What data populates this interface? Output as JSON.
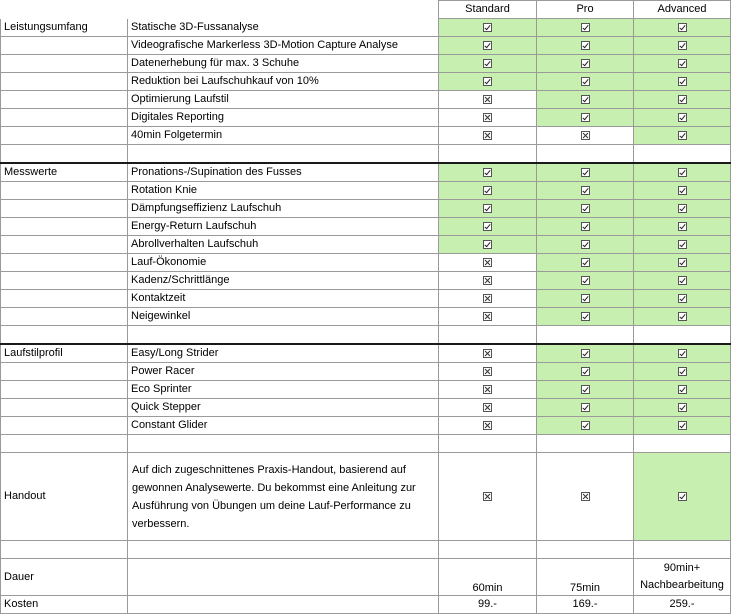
{
  "columns": [
    "Standard",
    "Pro",
    "Advanced"
  ],
  "sections": [
    {
      "category": "Leistungsumfang",
      "rows": [
        {
          "label": "Statische 3D-Fussanalyse",
          "marks": [
            true,
            true,
            true
          ]
        },
        {
          "label": "Videografische Markerless 3D-Motion Capture Analyse",
          "marks": [
            true,
            true,
            true
          ]
        },
        {
          "label": "Datenerhebung für max. 3 Schuhe",
          "marks": [
            true,
            true,
            true
          ]
        },
        {
          "label": "Reduktion bei Laufschuhkauf von 10%",
          "marks": [
            true,
            true,
            true
          ]
        },
        {
          "label": "Optimierung Laufstil",
          "marks": [
            false,
            true,
            true
          ]
        },
        {
          "label": "Digitales Reporting",
          "marks": [
            false,
            true,
            true
          ]
        },
        {
          "label": "40min Folgetermin",
          "marks": [
            false,
            false,
            true
          ]
        }
      ]
    },
    {
      "category": "Messwerte",
      "rows": [
        {
          "label": "Pronations-/Supination des Fusses",
          "marks": [
            true,
            true,
            true
          ]
        },
        {
          "label": "Rotation Knie",
          "marks": [
            true,
            true,
            true
          ]
        },
        {
          "label": "Dämpfungseffizienz Laufschuh",
          "marks": [
            true,
            true,
            true
          ]
        },
        {
          "label": "Energy-Return Laufschuh",
          "marks": [
            true,
            true,
            true
          ]
        },
        {
          "label": "Abrollverhalten Laufschuh",
          "marks": [
            true,
            true,
            true
          ]
        },
        {
          "label": "Lauf-Ökonomie",
          "marks": [
            false,
            true,
            true
          ]
        },
        {
          "label": "Kadenz/Schrittlänge",
          "marks": [
            false,
            true,
            true
          ]
        },
        {
          "label": "Kontaktzeit",
          "marks": [
            false,
            true,
            true
          ]
        },
        {
          "label": "Neigewinkel",
          "marks": [
            false,
            true,
            true
          ]
        }
      ]
    },
    {
      "category": "Laufstilprofil",
      "rows": [
        {
          "label": "Easy/Long Strider",
          "marks": [
            false,
            true,
            true
          ]
        },
        {
          "label": "Power Racer",
          "marks": [
            false,
            true,
            true
          ]
        },
        {
          "label": "Eco Sprinter",
          "marks": [
            false,
            true,
            true
          ]
        },
        {
          "label": "Quick Stepper",
          "marks": [
            false,
            true,
            true
          ]
        },
        {
          "label": "Constant Glider",
          "marks": [
            false,
            true,
            true
          ]
        }
      ]
    }
  ],
  "handout": {
    "category": "Handout",
    "text": "Auf dich zugeschnittenes Praxis-Handout, basierend auf gewonnen Analysewerte. Du bekommst eine Anleitung zur Ausführung von Übungen um deine Lauf-Performance zu verbessern.",
    "marks": [
      false,
      false,
      true
    ]
  },
  "dauer": {
    "label": "Dauer",
    "values": [
      "60min",
      "75min",
      "90min+ Nachbearbeitung"
    ]
  },
  "kosten": {
    "label": "Kosten",
    "values": [
      "99.-",
      "169.-",
      "259.-"
    ]
  },
  "colors": {
    "included_bg": "#c6efb0"
  }
}
